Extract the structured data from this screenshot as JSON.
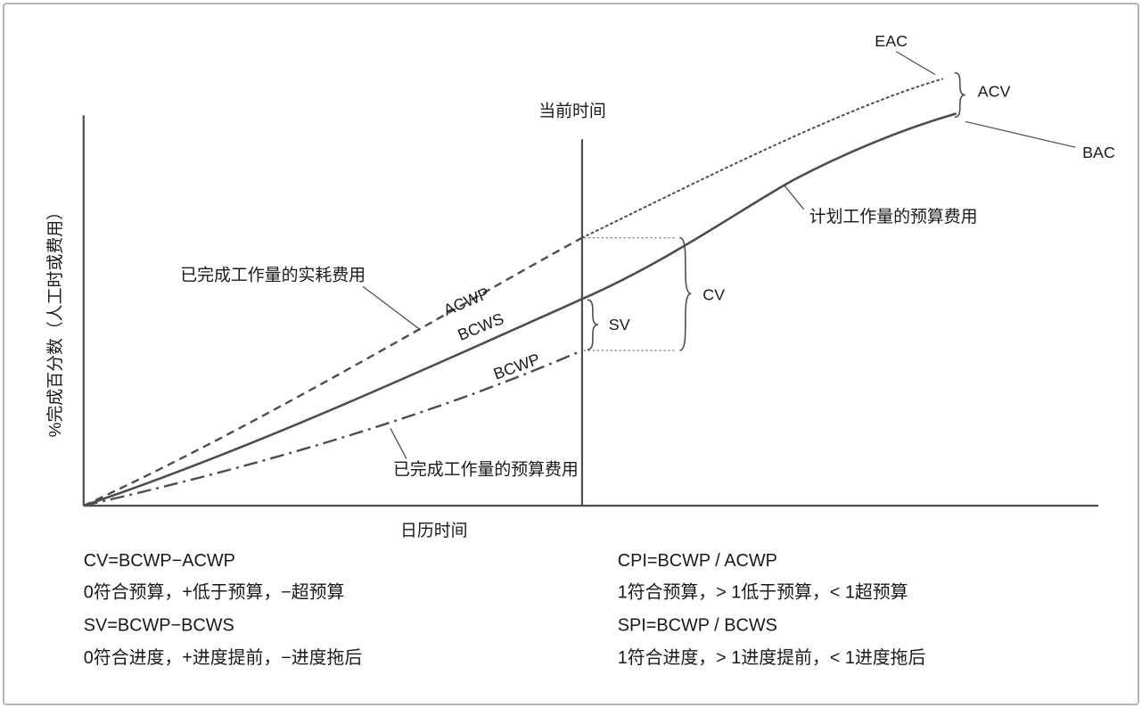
{
  "figure": {
    "y_axis_label": "%完成百分数（人工时或费用）",
    "x_axis_label": "日历时间",
    "current_time": "当前时间",
    "labels": {
      "eac": "EAC",
      "acv": "ACV",
      "bac": "BAC",
      "acwp": "ACWP",
      "bcws": "BCWS",
      "bcwp": "BCWP",
      "cv": "CV",
      "sv": "SV"
    },
    "annotations": {
      "planned_work_budget": "计划工作量的预算费用",
      "completed_work_actual": "已完成工作量的实耗费用",
      "completed_work_budget": "已完成工作量的预算费用"
    },
    "colors": {
      "line": "#4d4d4d",
      "text": "#1a1a1a",
      "border": "#b6b6b6"
    }
  },
  "formulas": {
    "left": [
      "CV=BCWP−ACWP",
      "0符合预算，+低于预算，−超预算",
      "SV=BCWP−BCWS",
      "0符合进度，+进度提前，−进度拖后"
    ],
    "right": [
      "CPI=BCWP / ACWP",
      "1符合预算，> 1低于预算，< 1超预算",
      "SPI=BCWP / BCWS",
      "1符合进度，> 1进度提前，< 1进度拖后"
    ]
  }
}
